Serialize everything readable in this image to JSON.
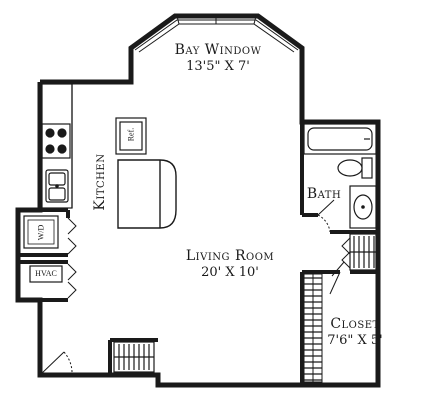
{
  "rooms": {
    "bay_window": {
      "name": "Bay Window",
      "dims": "13'5\" X 7'"
    },
    "kitchen": {
      "name": "Kitchen"
    },
    "bath": {
      "name": "Bath"
    },
    "living_room": {
      "name": "Living Room",
      "dims": "20' X 10'"
    },
    "closet": {
      "name": "Closet",
      "dims": "7'6\" X 5'"
    }
  },
  "fixtures": {
    "refrigerator": "Ref.",
    "washer_dryer": "W/D",
    "hvac": "HVAC"
  },
  "colors": {
    "wall": "#1a1a1a",
    "background": "#ffffff"
  }
}
